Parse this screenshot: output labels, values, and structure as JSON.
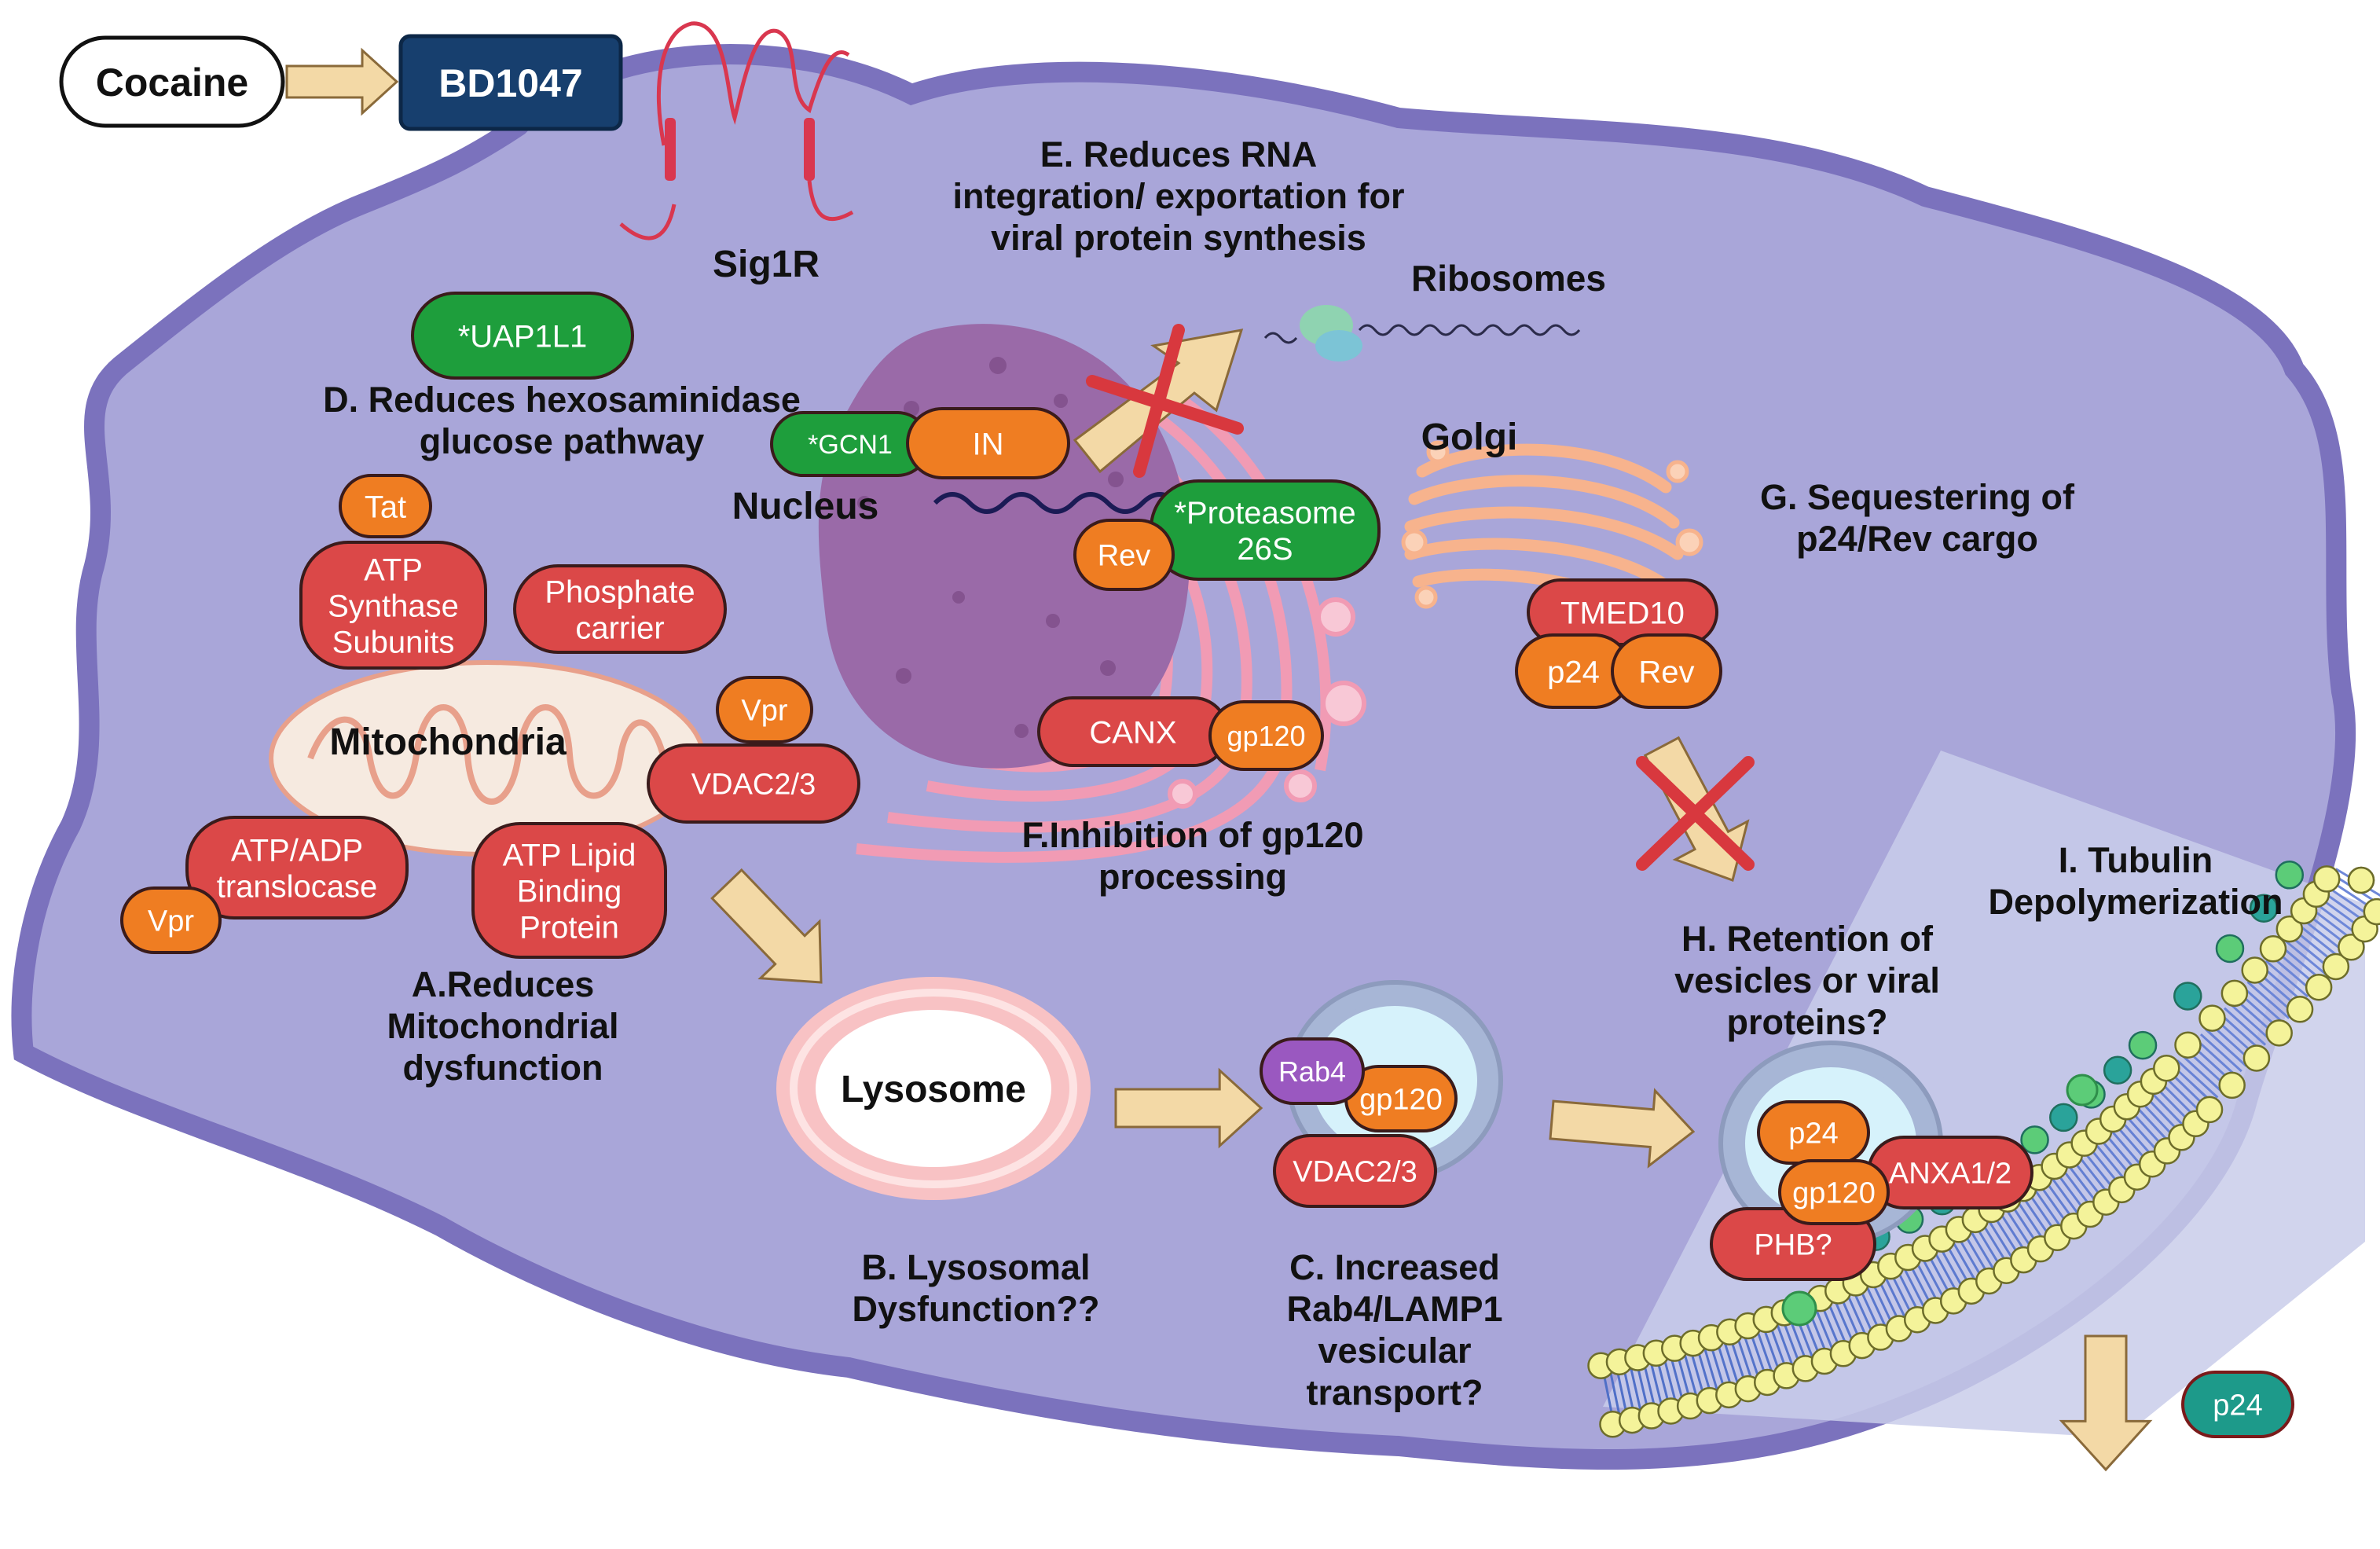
{
  "header": {
    "cocaine": "Cocaine",
    "drug": "BD1047"
  },
  "structures": {
    "sig1r": "Sig1R",
    "ribosomes": "Ribosomes",
    "golgi": "Golgi",
    "nucleus": "Nucleus",
    "mitochondria": "Mitochondria",
    "lysosome": "Lysosome"
  },
  "annotations": {
    "a": [
      "A.Reduces",
      "Mitochondrial",
      "dysfunction"
    ],
    "b": [
      "B. Lysosomal",
      "Dysfunction??"
    ],
    "c": [
      "C. Increased",
      "Rab4/LAMP1",
      "vesicular",
      "transport?"
    ],
    "d": [
      "D. Reduces hexosaminidase",
      "glucose pathway"
    ],
    "e": [
      "E. Reduces RNA",
      "integration/ exportation for",
      "viral protein synthesis"
    ],
    "f": [
      "F.Inhibition of gp120",
      "processing"
    ],
    "g": [
      "G. Sequestering of",
      "p24/Rev cargo"
    ],
    "h": [
      "H. Retention of",
      "vesicles or viral",
      "proteins?"
    ],
    "i": [
      "I. Tubulin",
      "Depolymerization"
    ]
  },
  "proteins": {
    "uap1l1": "*UAP1L1",
    "gcn1": "*GCN1",
    "in": "IN",
    "proteasome": [
      "*Proteasome",
      "26S"
    ],
    "rev_nucleus": "Rev",
    "tat": "Tat",
    "atp_synthase": [
      "ATP",
      "Synthase",
      "Subunits"
    ],
    "phosphate_carrier": [
      "Phosphate",
      "carrier"
    ],
    "vpr_upper": "Vpr",
    "vdac_mito": "VDAC2/3",
    "atp_adp": [
      "ATP/ADP",
      "translocase"
    ],
    "vpr_lower": "Vpr",
    "atp_lipid": [
      "ATP Lipid",
      "Binding",
      "Protein"
    ],
    "canx": "CANX",
    "gp120_er": "gp120",
    "tmed10": "TMED10",
    "p24_golgi": "p24",
    "rev_golgi": "Rev",
    "rab4": "Rab4",
    "gp120_vesicle": "gp120",
    "vdac_vesicle": "VDAC2/3",
    "p24_vesicle": "p24",
    "gp120_exo": "gp120",
    "anxa": "ANXA1/2",
    "phb": "PHB?",
    "p24_released": "p24"
  },
  "colors": {
    "cell": "#a9a6d9",
    "membrane": "#7b72bd",
    "red": "#db4848",
    "orange": "#ef7d22",
    "green": "#1e9e3c",
    "purple": "#9a58c0",
    "teal": "#1d9a8a",
    "arrow": "#f3d9a6",
    "navy": "#173f6e"
  }
}
